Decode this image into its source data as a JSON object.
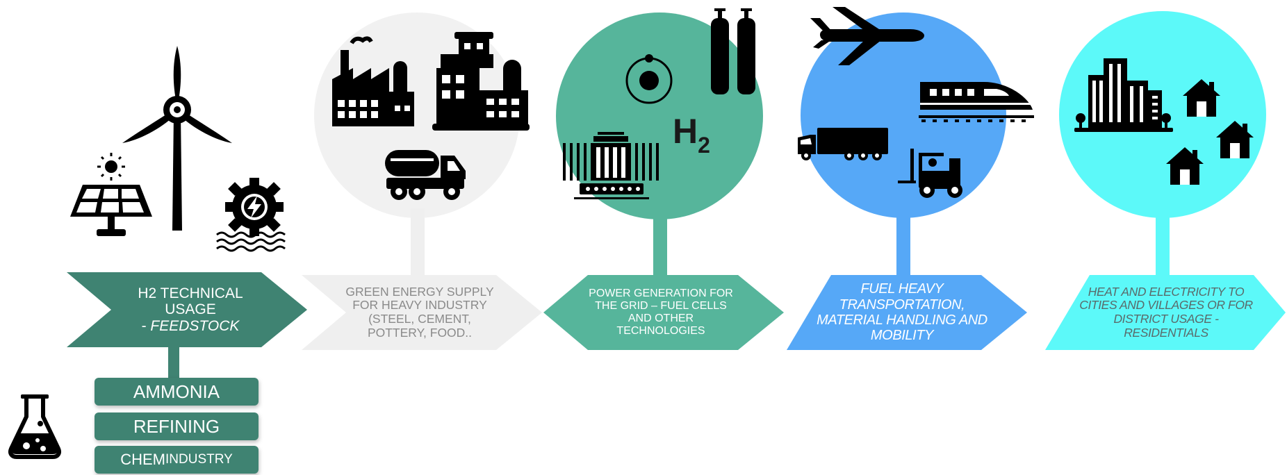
{
  "stages": [
    {
      "id": "feedstock",
      "line1": "H2 TECHNICAL USAGE",
      "line2_prefix": "- ",
      "line2_italic": "FEEDSTOCK",
      "color": "#3f8372",
      "text_color": "#ffffff"
    },
    {
      "id": "heavy-industry",
      "text": "GREEN ENERGY SUPPLY FOR HEAVY INDUSTRY (STEEL, CEMENT, POTTERY, FOOD..",
      "color": "#efefef",
      "circle_color": "#f1f1f1",
      "text_color": "#8a8a8a"
    },
    {
      "id": "power-generation",
      "text": "POWER GENERATION FOR THE GRID – FUEL CELLS AND OTHER TECHNOLOGIES",
      "color": "#56b59b",
      "circle_color": "#56b59b",
      "text_color": "#ffffff"
    },
    {
      "id": "transport",
      "text": "FUEL HEAVY TRANSPORTATION, MATERIAL HANDLING AND MOBILITY",
      "color": "#56a8f7",
      "circle_color": "#56a8f7",
      "text_color": "#ffffff"
    },
    {
      "id": "residential",
      "text": "HEAT AND ELECTRICITY TO CITIES AND VILLAGES OR FOR DISTRICT USAGE - RESIDENTIALS",
      "color": "#5cf9f9",
      "circle_color": "#5cf9f9",
      "text_color": "#5a6b6b"
    }
  ],
  "feedstock_items": [
    {
      "label_main": "AMMONIA"
    },
    {
      "label_main": "REFINING"
    },
    {
      "label_main": "CHEM",
      "label_rest": " INDUSTRY"
    }
  ],
  "h2_symbol": {
    "main": "H",
    "sub": "2"
  },
  "icons": [
    "wind-turbine-icon",
    "solar-panel-icon",
    "hydro-power-icon",
    "factory-icon",
    "plant-icon",
    "tanker-truck-icon",
    "atom-icon",
    "gas-cylinders-icon",
    "fuel-cell-stack-icon",
    "airplane-icon",
    "bullet-train-icon",
    "truck-icon",
    "forklift-icon",
    "city-buildings-icon",
    "house-icon",
    "flask-icon"
  ]
}
